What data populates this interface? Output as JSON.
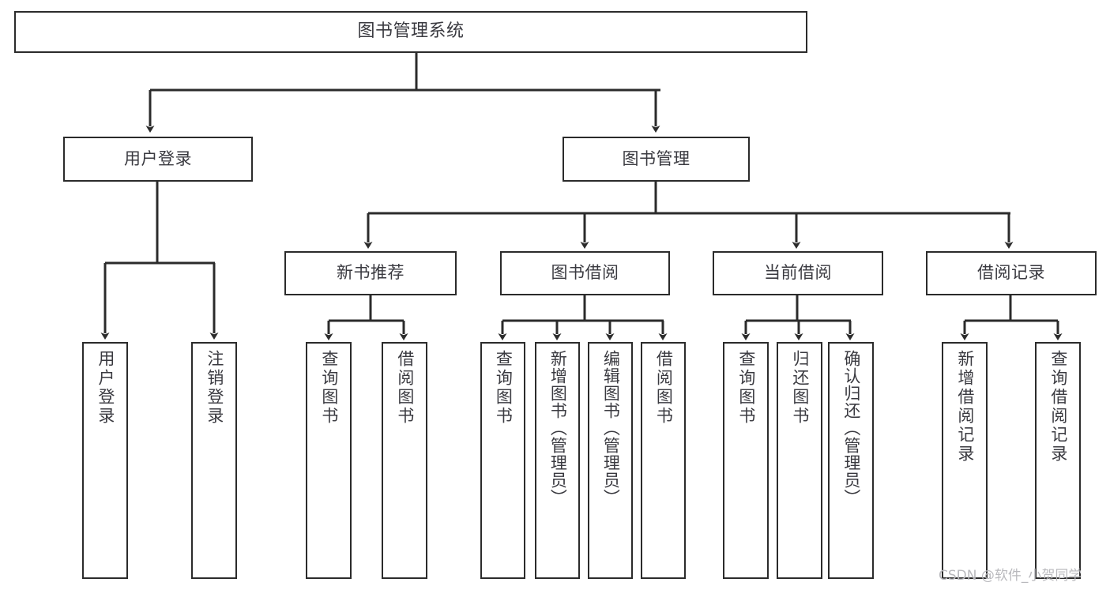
{
  "diagram": {
    "title": "图书管理系统",
    "type": "tree-hierarchy-chart",
    "colors": {
      "background": "#ffffff",
      "node_border": "#2b2b2b",
      "node_fill": "#ffffff",
      "text": "#3a3a40",
      "edge": "#2b2b2b",
      "watermark": "#b9b9bd"
    },
    "watermark": "CSDN @软件_小贺同学",
    "nodes": {
      "root": {
        "label": "图书管理系统"
      },
      "level2": [
        {
          "label": "用户登录"
        },
        {
          "label": "图书管理"
        }
      ],
      "level3": [
        {
          "label": "新书推荐"
        },
        {
          "label": "图书借阅"
        },
        {
          "label": "当前借阅"
        },
        {
          "label": "借阅记录"
        }
      ],
      "leaves": {
        "user_login": [
          {
            "label": "用户登录"
          },
          {
            "label": "注销登录"
          }
        ],
        "new_book_recommend": [
          {
            "label": "查询图书"
          },
          {
            "label": "借阅图书"
          }
        ],
        "book_borrow": [
          {
            "label": "查询图书"
          },
          {
            "label": "新增图书（管理员）"
          },
          {
            "label": "编辑图书（管理员）"
          },
          {
            "label": "借阅图书"
          }
        ],
        "current_borrow": [
          {
            "label": "查询图书"
          },
          {
            "label": "归还图书"
          },
          {
            "label": "确认归还（管理员）"
          }
        ],
        "borrow_record": [
          {
            "label": "新增借阅记录"
          },
          {
            "label": "查询借阅记录"
          }
        ]
      }
    }
  }
}
